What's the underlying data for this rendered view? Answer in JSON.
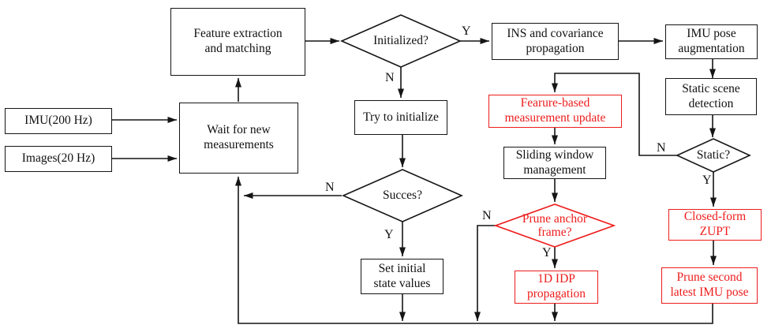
{
  "diagram": {
    "type": "flowchart",
    "colors": {
      "line": "#151515",
      "node_border": "#151515",
      "highlight": "#ee1c1c",
      "background": "#ffffff"
    },
    "nodes": {
      "imu_input": {
        "label": "IMU(200 Hz)",
        "shape": "rect",
        "color": "black"
      },
      "images_input": {
        "label": "Images(20 Hz)",
        "shape": "rect",
        "color": "black"
      },
      "wait": {
        "label": "Wait for new\nmeasurements",
        "shape": "rect",
        "color": "black"
      },
      "feature_extraction": {
        "label": "Feature extraction\nand matching",
        "shape": "rect",
        "color": "black"
      },
      "initialized": {
        "label": "Initialized?",
        "shape": "diamond",
        "color": "black"
      },
      "try_initialize": {
        "label": "Try to initialize",
        "shape": "rect",
        "color": "black"
      },
      "success": {
        "label": "Succes?",
        "shape": "diamond",
        "color": "black"
      },
      "set_initial": {
        "label": "Set initial\nstate values",
        "shape": "rect",
        "color": "black"
      },
      "ins_propagation": {
        "label": "INS and covariance\npropagation",
        "shape": "rect",
        "color": "black"
      },
      "imu_pose": {
        "label": "IMU pose\naugmentation",
        "shape": "rect",
        "color": "black"
      },
      "static_scene": {
        "label": "Static scene\ndetection",
        "shape": "rect",
        "color": "black"
      },
      "static_check": {
        "label": "Static?",
        "shape": "diamond",
        "color": "black"
      },
      "feature_update": {
        "label": "Fearure-based\nmeasurement update",
        "shape": "rect",
        "color": "red"
      },
      "sliding_window": {
        "label": "Sliding window\nmanagement",
        "shape": "rect",
        "color": "black"
      },
      "prune_anchor": {
        "label": "Prune anchor\nframe?",
        "shape": "diamond",
        "color": "red"
      },
      "idp_propagation": {
        "label": "1D IDP\npropagation",
        "shape": "rect",
        "color": "red"
      },
      "closed_zupt": {
        "label": "Closed-form\nZUPT",
        "shape": "rect",
        "color": "red"
      },
      "prune_second": {
        "label": "Prune second\nlatest IMU pose",
        "shape": "rect",
        "color": "red"
      }
    },
    "branch_labels": {
      "initialized_yes": "Y",
      "initialized_no": "N",
      "success_no": "N",
      "success_yes": "Y",
      "static_no": "N",
      "static_yes": "Y",
      "prune_anchor_no": "N",
      "prune_anchor_yes": "Y"
    }
  }
}
